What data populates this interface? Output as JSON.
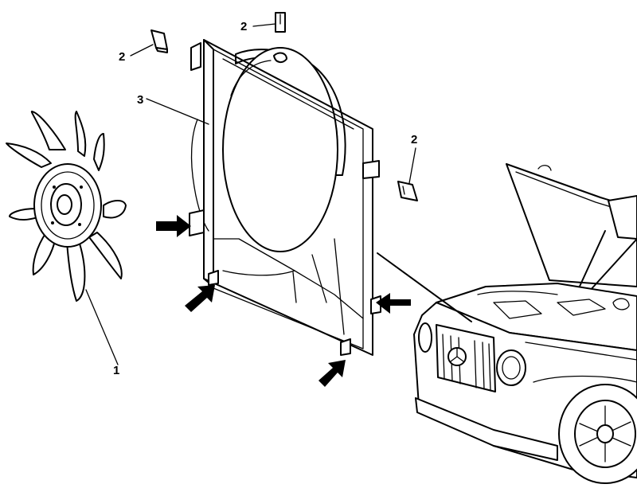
{
  "labels": {
    "fan": "1",
    "clip_top_left": "2",
    "clip_top_center": "2",
    "clip_right": "2",
    "shroud": "3"
  }
}
